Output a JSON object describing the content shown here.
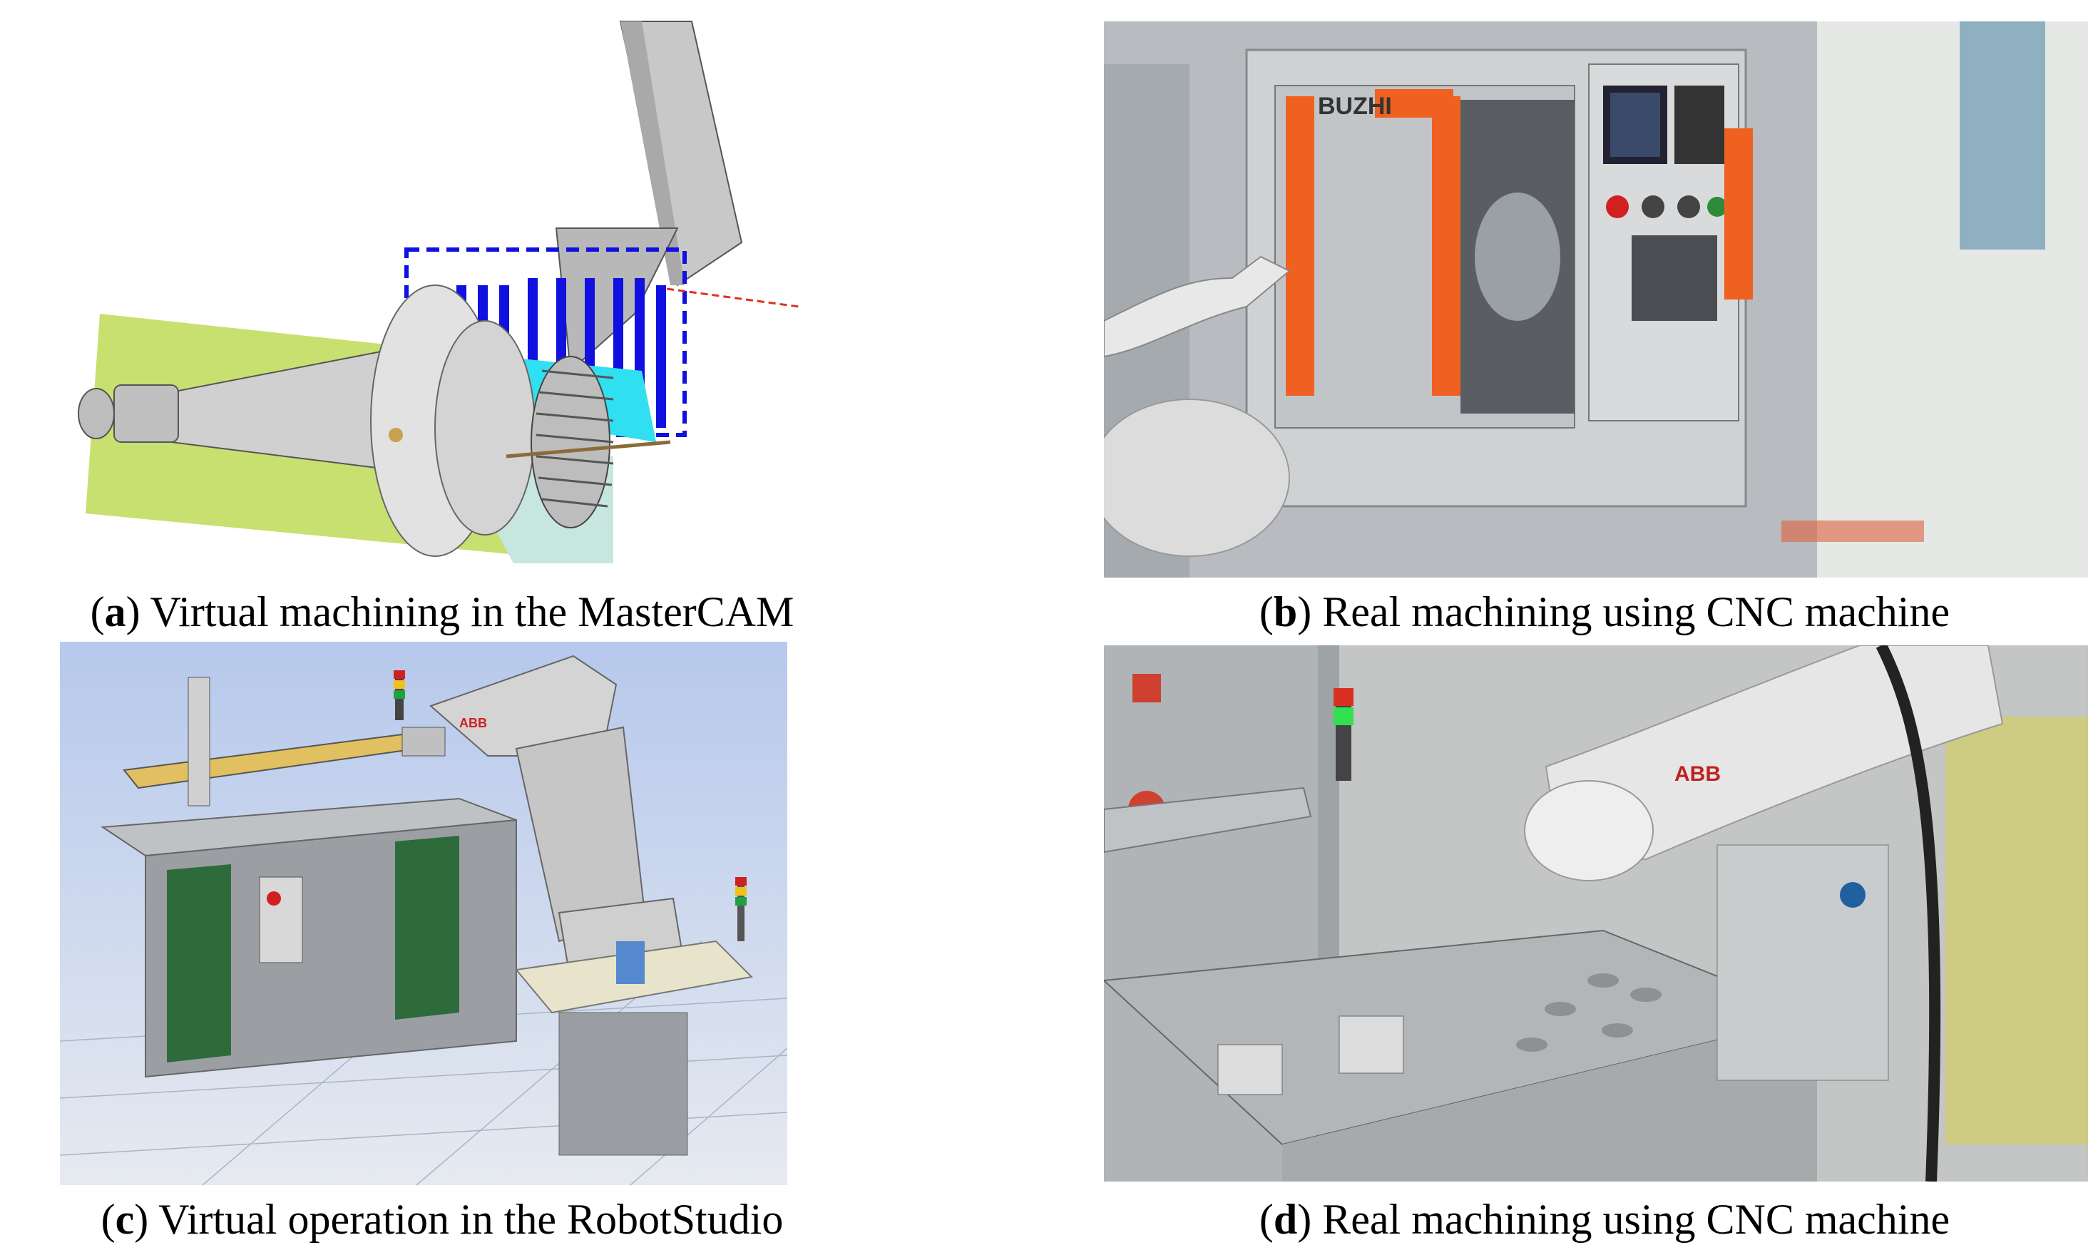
{
  "figure": {
    "panels": [
      {
        "id": "a",
        "letter": "a",
        "text": ") Virtual machining in the MasterCAM"
      },
      {
        "id": "b",
        "letter": "b",
        "text": ") Real machining using CNC machine"
      },
      {
        "id": "c",
        "letter": "c",
        "text": ") Virtual operation in the RobotStudio"
      },
      {
        "id": "d",
        "letter": "d",
        "text": ") Real machining using CNC machine"
      }
    ],
    "machine_brand": "BUZHI",
    "robot_brand": "ABB",
    "colors": {
      "toolpath_blue": "#1010e0",
      "stock_cyan": "#30e0f0",
      "plane_green": "#c8e070",
      "machine_orange": "#f06020",
      "robotstudio_bg": "#c8d8f0",
      "cabinet_green": "#2e6b3a"
    }
  }
}
